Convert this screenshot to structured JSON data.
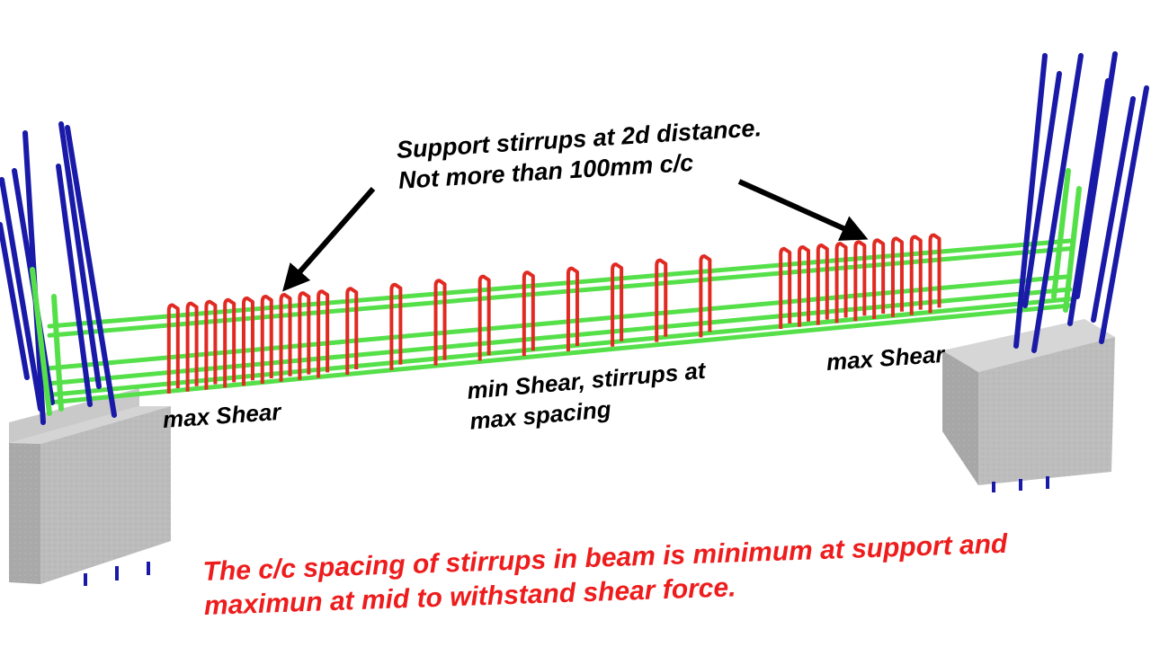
{
  "callout": {
    "line1": "Support stirrups at 2d distance.",
    "line2": "Not more than 100mm c/c"
  },
  "labels": {
    "max_shear_left": "max Shear",
    "max_shear_right": "max Shear",
    "mid_line1": "min Shear, stirrups at",
    "mid_line2": "max spacing"
  },
  "caption": {
    "line1": "The c/c spacing of stirrups in beam is minimum at support and",
    "line2": "maximun at mid to withstand shear force."
  },
  "colors": {
    "column_bars": "#1a1aa8",
    "beam_longitudinal_bars": "#55e04a",
    "stirrups": "#e02a22",
    "concrete": "#b9b9b9",
    "caption_text": "#ee1c1c",
    "arrows": "#000000"
  }
}
